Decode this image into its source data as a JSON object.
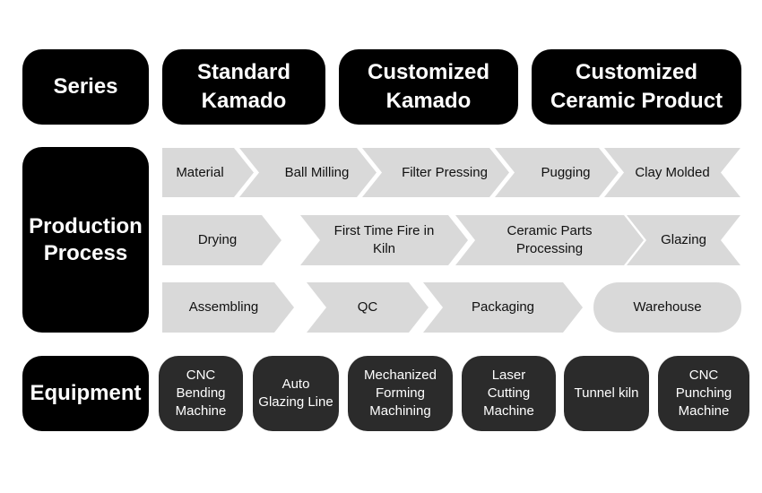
{
  "series": {
    "label": "Series",
    "items": [
      {
        "line1": "Standard",
        "line2": "Kamado"
      },
      {
        "line1": "Customized",
        "line2": "Kamado"
      },
      {
        "line1": "Customized",
        "line2": "Ceramic Product"
      }
    ]
  },
  "process": {
    "label_line1": "Production",
    "label_line2": "Process",
    "row1": [
      "Material",
      "Ball Milling",
      "Filter Pressing",
      "Pugging",
      "Clay Molded"
    ],
    "row2": [
      {
        "line1": "Drying",
        "line2": ""
      },
      {
        "line1": "First Time Fire in",
        "line2": "Kiln"
      },
      {
        "line1": "Ceramic Parts",
        "line2": "Processing"
      },
      {
        "line1": "Glazing",
        "line2": ""
      }
    ],
    "row3": [
      "Assembling",
      "QC",
      "Packaging",
      "Warehouse"
    ]
  },
  "equipment": {
    "label": "Equipment",
    "items": [
      [
        "CNC",
        "Bending",
        "Machine"
      ],
      [
        "Auto",
        "Glazing Line"
      ],
      [
        "Mechanized",
        "Forming",
        "Machining"
      ],
      [
        "Laser",
        "Cutting",
        "Machine"
      ],
      [
        "Tunnel kiln"
      ],
      [
        "CNC",
        "Punching",
        "Machine"
      ]
    ]
  }
}
